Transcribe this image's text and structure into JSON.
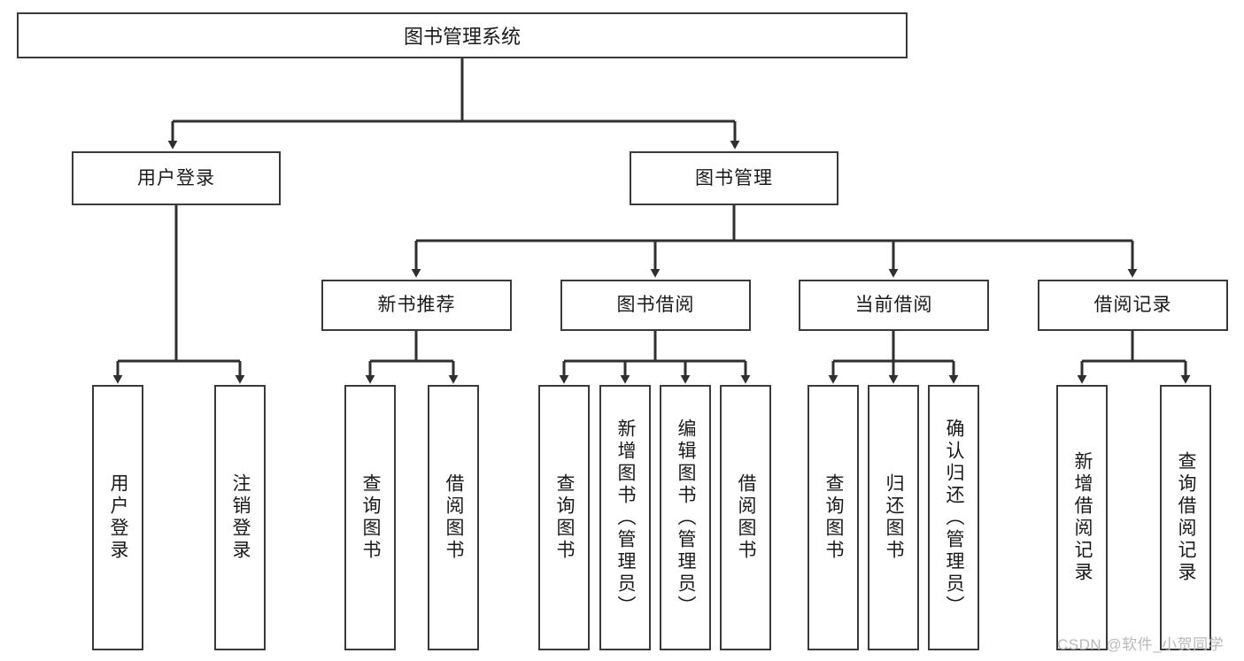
{
  "diagram": {
    "title": "图书管理系统",
    "type": "tree-hierarchy",
    "watermark": "CSDN @软件_小贺同学",
    "colors": {
      "box_border": "#3a3a3a",
      "box_fill": "#ffffff",
      "edge": "#2f2f2f",
      "text": "#1a1a1a",
      "watermark": "#b9b9b9",
      "background": "#ffffff"
    },
    "nodes": {
      "root": {
        "label": "图书管理系统"
      },
      "level2": [
        {
          "id": "user-login",
          "label": "用户登录"
        },
        {
          "id": "book-manage",
          "label": "图书管理"
        }
      ],
      "level3": [
        {
          "id": "new-book-rec",
          "label": "新书推荐"
        },
        {
          "id": "book-borrow",
          "label": "图书借阅"
        },
        {
          "id": "current-borrow",
          "label": "当前借阅"
        },
        {
          "id": "borrow-record",
          "label": "借阅记录"
        }
      ],
      "leaves": {
        "user_login": [
          {
            "id": "leaf-user-login",
            "label": "用户登录"
          },
          {
            "id": "leaf-logout",
            "label": "注销登录"
          }
        ],
        "new_book_rec": [
          {
            "id": "leaf-query-book-1",
            "label": "查询图书"
          },
          {
            "id": "leaf-borrow-book-1",
            "label": "借阅图书"
          }
        ],
        "book_borrow": [
          {
            "id": "leaf-query-book-2",
            "label": "查询图书"
          },
          {
            "id": "leaf-add-book",
            "label": "新增图书（管理员）"
          },
          {
            "id": "leaf-edit-book",
            "label": "编辑图书（管理员）"
          },
          {
            "id": "leaf-borrow-book-2",
            "label": "借阅图书"
          }
        ],
        "current_borrow": [
          {
            "id": "leaf-query-book-3",
            "label": "查询图书"
          },
          {
            "id": "leaf-return-book",
            "label": "归还图书"
          },
          {
            "id": "leaf-confirm-return",
            "label": "确认归还（管理员）"
          }
        ],
        "borrow_record": [
          {
            "id": "leaf-add-record",
            "label": "新增借阅记录"
          },
          {
            "id": "leaf-query-record",
            "label": "查询借阅记录"
          }
        ]
      }
    }
  }
}
